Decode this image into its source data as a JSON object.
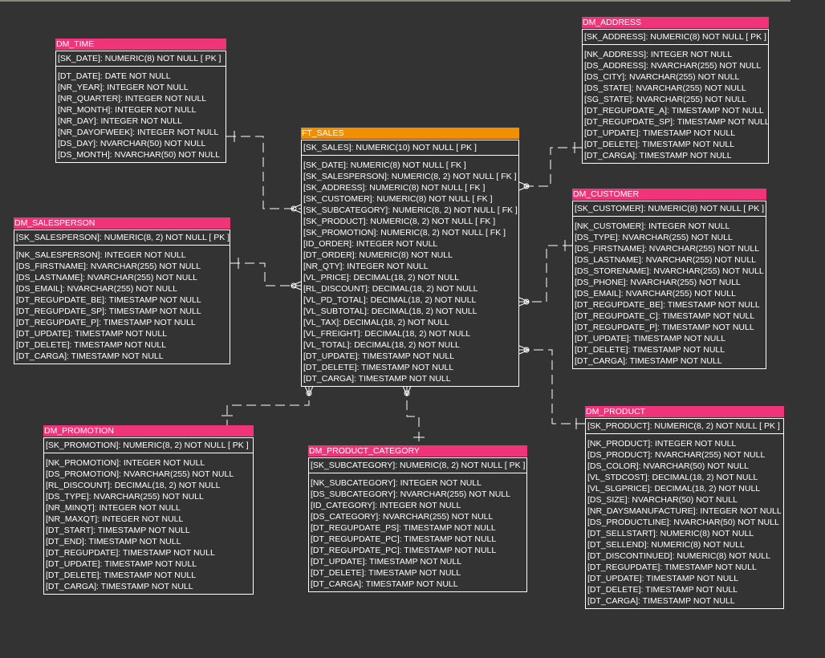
{
  "colors": {
    "background": "#333333",
    "dimension_header": "#f0347a",
    "fact_header": "#f09000",
    "line": "#ffffff"
  },
  "tables": [
    {
      "name": "DM_TIME",
      "kind": "dimension",
      "pk": "[SK_DATE]: NUMERIC(8)   NOT NULL  [ PK ]",
      "fields": [
        "[DT_DATE]: DATE   NOT NULL",
        "[NR_YEAR]: INTEGER   NOT NULL",
        "[NR_QUARTER]: INTEGER   NOT NULL",
        "[NR_MONTH]: INTEGER   NOT NULL",
        "[NR_DAY]: INTEGER   NOT NULL",
        "[NR_DAYOFWEEK]: INTEGER   NOT NULL",
        "[DS_DAY]: NVARCHAR(50)   NOT NULL",
        "[DS_MONTH]: NVARCHAR(50)   NOT NULL"
      ]
    },
    {
      "name": "FT_SALES",
      "kind": "fact",
      "pk": "[SK_SALES]: NUMERIC(10)   NOT NULL  [ PK ]",
      "fields": [
        "[SK_DATE]: NUMERIC(8)   NOT NULL  [ FK ]",
        "[SK_SALESPERSON]: NUMERIC(8, 2)   NOT NULL  [ FK ]",
        "[SK_ADDRESS]: NUMERIC(8)   NOT NULL  [ FK ]",
        "[SK_CUSTOMER]: NUMERIC(8)   NOT NULL  [ FK ]",
        "[SK_SUBCATEGORY]: NUMERIC(8, 2)   NOT NULL  [ FK ]",
        "[SK_PRODUCT]: NUMERIC(8, 2)   NOT NULL  [ FK ]",
        "[SK_PROMOTION]: NUMERIC(8, 2)   NOT NULL  [ FK ]",
        "[ID_ORDER]: INTEGER   NOT NULL",
        "[DT_ORDER]: NUMERIC(8)   NOT NULL",
        "[NR_QTY]: INTEGER   NOT NULL",
        "[VL_PRICE]: DECIMAL(18, 2)   NOT NULL",
        "[RL_DISCOUNT]: DECIMAL(18, 2)   NOT NULL",
        "[VL_PD_TOTAL]: DECIMAL(18, 2)   NOT NULL",
        "[VL_SUBTOTAL]: DECIMAL(18, 2)   NOT NULL",
        "[VL_TAX]: DECIMAL(18, 2)   NOT NULL",
        "[VL_FREIGHT]: DECIMAL(18, 2)   NOT NULL",
        "[VL_TOTAL]: DECIMAL(18, 2)   NOT NULL",
        "[DT_UPDATE]: TIMESTAMP   NOT NULL",
        "[DT_DELETE]: TIMESTAMP   NOT NULL",
        "[DT_CARGA]: TIMESTAMP   NOT NULL"
      ]
    },
    {
      "name": "DM_ADDRESS",
      "kind": "dimension",
      "pk": "[SK_ADDRESS]: NUMERIC(8)   NOT NULL  [ PK ]",
      "fields": [
        "[NK_ADDRESS]: INTEGER   NOT NULL",
        "[DS_ADDRESS]: NVARCHAR(255)   NOT NULL",
        "[DS_CITY]: NVARCHAR(255)   NOT NULL",
        "[DS_STATE]: NVARCHAR(255)   NOT NULL",
        "[SG_STATE]: NVARCHAR(255)   NOT NULL",
        "[DT_REGUPDATE_A]: TIMESTAMP   NOT NULL",
        "[DT_REGUPDATE_SP]: TIMESTAMP   NOT NULL",
        "[DT_UPDATE]: TIMESTAMP   NOT NULL",
        "[DT_DELETE]: TIMESTAMP   NOT NULL",
        "[DT_CARGA]: TIMESTAMP   NOT NULL"
      ]
    },
    {
      "name": "DM_CUSTOMER",
      "kind": "dimension",
      "pk": "[SK_CUSTOMER]: NUMERIC(8)   NOT NULL  [ PK ]",
      "fields": [
        "[NK_CUSTOMER]: INTEGER   NOT NULL",
        "[DS_TYPE]: NVARCHAR(255)   NOT NULL",
        "[DS_FIRSTNAME]: NVARCHAR(255)   NOT NULL",
        "[DS_LASTNAME]: NVARCHAR(255)   NOT NULL",
        "[DS_STORENAME]: NVARCHAR(255)   NOT NULL",
        "[DS_PHONE]: NVARCHAR(255)   NOT NULL",
        "[DS_EMAIL]: NVARCHAR(255)   NOT NULL",
        "[DT_REGUPDATE_BE]: TIMESTAMP   NOT NULL",
        "[DT_REGUPDATE_C]: TIMESTAMP   NOT NULL",
        "[DT_REGUPDATE_P]: TIMESTAMP   NOT NULL",
        "[DT_UPDATE]: TIMESTAMP   NOT NULL",
        "[DT_DELETE]: TIMESTAMP   NOT NULL",
        "[DT_CARGA]: TIMESTAMP   NOT NULL"
      ]
    },
    {
      "name": "DM_SALESPERSON",
      "kind": "dimension",
      "pk": "[SK_SALESPERSON]: NUMERIC(8, 2)   NOT NULL  [ PK ]",
      "fields": [
        "[NK_SALESPERSON]: INTEGER   NOT NULL",
        "[DS_FIRSTNAME]: NVARCHAR(255)   NOT NULL",
        "[DS_LASTNAME]: NVARCHAR(255)   NOT NULL",
        "[DS_EMAIL]: NVARCHAR(255)   NOT NULL",
        "[DT_REGUPDATE_BE]: TIMESTAMP   NOT NULL",
        "[DT_REGUPDATE_SP]: TIMESTAMP   NOT NULL",
        "[DT_REGUPDATE_P]: TIMESTAMP   NOT NULL",
        "[DT_UPDATE]: TIMESTAMP   NOT NULL",
        "[DT_DELETE]: TIMESTAMP   NOT NULL",
        "[DT_CARGA]: TIMESTAMP   NOT NULL"
      ]
    },
    {
      "name": "DM_PROMOTION",
      "kind": "dimension",
      "pk": "[SK_PROMOTION]: NUMERIC(8, 2)   NOT NULL  [ PK ]",
      "fields": [
        "[NK_PROMOTION]: INTEGER   NOT NULL",
        "[DS_PROMOTION]: NVARCHAR(255)   NOT NULL",
        "[RL_DISCOUNT]: DECIMAL(18, 2)   NOT NULL",
        "[DS_TYPE]: NVARCHAR(255)   NOT NULL",
        "[NR_MINQT]: INTEGER   NOT NULL",
        "[NR_MAXQT]: INTEGER   NOT NULL",
        "[DT_START]: TIMESTAMP   NOT NULL",
        "[DT_END]: TIMESTAMP   NOT NULL",
        "[DT_REGUPDATE]: TIMESTAMP   NOT NULL",
        "[DT_UPDATE]: TIMESTAMP   NOT NULL",
        "[DT_DELETE]: TIMESTAMP   NOT NULL",
        "[DT_CARGA]: TIMESTAMP   NOT NULL"
      ]
    },
    {
      "name": "DM_PRODUCT_CATEGORY",
      "kind": "dimension",
      "pk": "[SK_SUBCATEGORY]: NUMERIC(8, 2)   NOT NULL  [ PK ]",
      "fields": [
        "[NK_SUBCATEGORY]: INTEGER   NOT NULL",
        "[DS_SUBCATEGORY]: NVARCHAR(255)   NOT NULL",
        "[ID_CATEGORY]: INTEGER   NOT NULL",
        "[DS_CATEGORY]: NVARCHAR(255)   NOT NULL",
        "[DT_REGUPDATE_PS]: TIMESTAMP   NOT NULL",
        "[DT_REGUPDATE_PC]: TIMESTAMP   NOT NULL",
        "[DT_REGUPDATE_PC]: TIMESTAMP   NOT NULL",
        "[DT_UPDATE]: TIMESTAMP   NOT NULL",
        "[DT_DELETE]: TIMESTAMP   NOT NULL",
        "[DT_CARGA]: TIMESTAMP   NOT NULL"
      ]
    },
    {
      "name": "DM_PRODUCT",
      "kind": "dimension",
      "pk": "[SK_PRODUCT]: NUMERIC(8, 2)   NOT NULL  [ PK ]",
      "fields": [
        "[NK_PRODUCT]: INTEGER   NOT NULL",
        "[DS_PRODUCT]: NVARCHAR(255)   NOT NULL",
        "[DS_COLOR]: NVARCHAR(50)   NOT NULL",
        "[VL_STDCOST]: DECIMAL(18, 2)   NOT NULL",
        "[VL_SLGPRICE]: DECIMAL(18, 2)   NOT NULL",
        "[DS_SIZE]: NVARCHAR(50)   NOT NULL",
        "[NR_DAYSMANUFACTURE]: INTEGER   NOT NULL",
        "[DS_PRODUCTLINE]: NVARCHAR(50)   NOT NULL",
        "[DT_SELLSTART]: NUMERIC(8)   NOT NULL",
        "[DT_SELLEND]: NUMERIC(8)   NOT NULL",
        "[DT_DISCONTINUED]: NUMERIC(8)   NOT NULL",
        "[DT_REGUPDATE]: TIMESTAMP   NOT NULL",
        "[DT_UPDATE]: TIMESTAMP   NOT NULL",
        "[DT_DELETE]: TIMESTAMP   NOT NULL",
        "[DT_CARGA]: TIMESTAMP   NOT NULL"
      ]
    }
  ]
}
